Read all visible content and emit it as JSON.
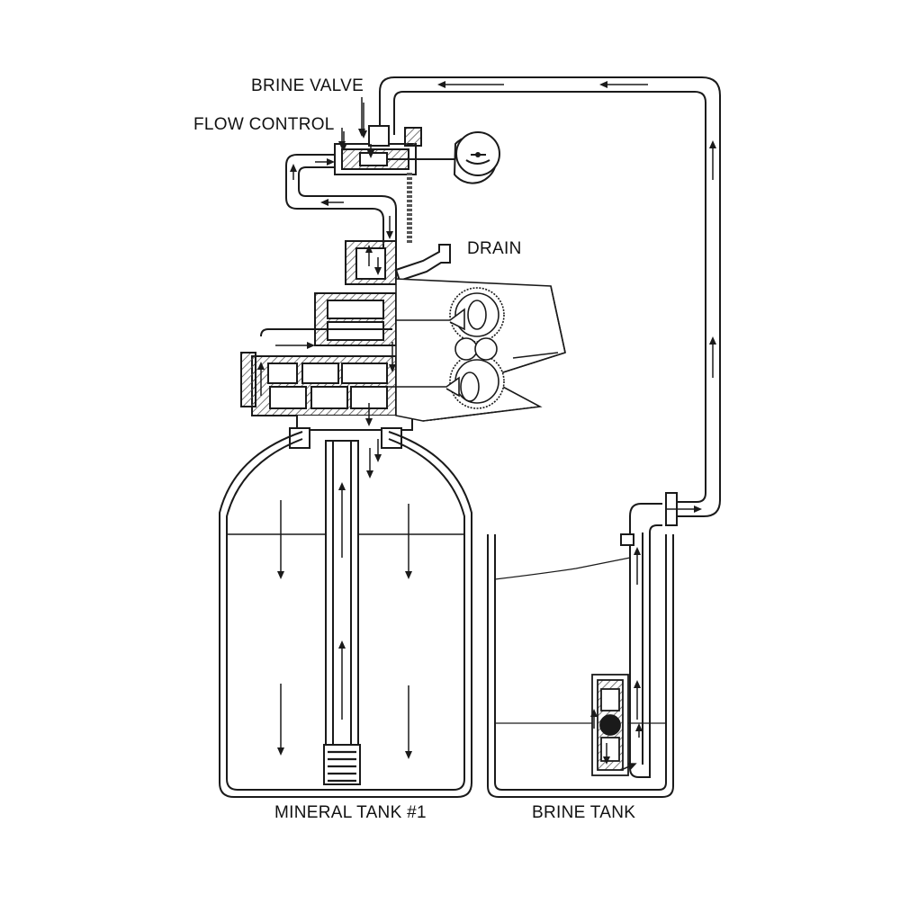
{
  "labels": {
    "brine_valve": "BRINE VALVE",
    "flow_control": "FLOW CONTROL",
    "drain": "DRAIN",
    "mineral_tank": "MINERAL TANK #1",
    "brine_tank": "BRINE TANK"
  },
  "colors": {
    "line": "#1a1a1a",
    "hatch": "#555555",
    "background": "#ffffff"
  }
}
